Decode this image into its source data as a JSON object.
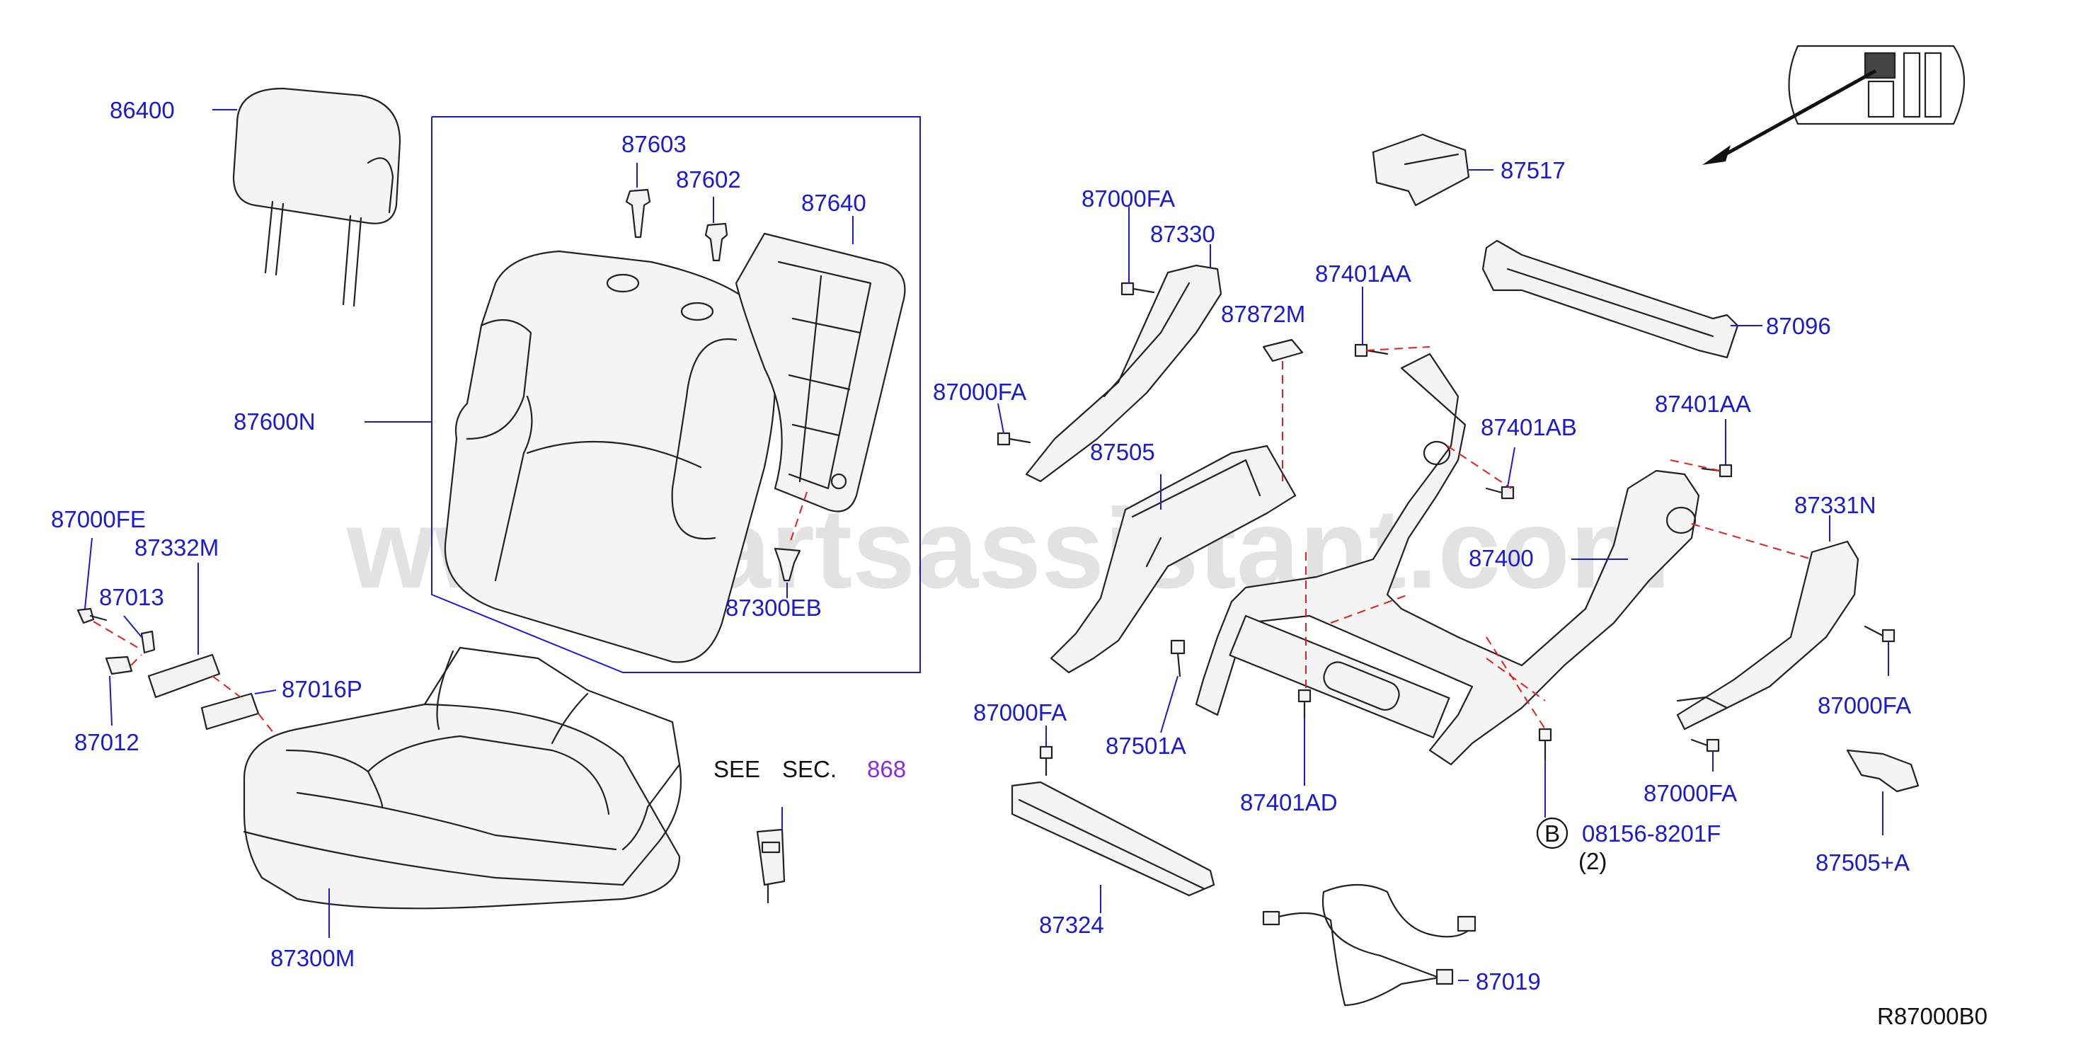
{
  "watermark": "www.partsassistant.com",
  "diagram_code": "R87000B0",
  "see_section": {
    "see": "SEE",
    "sec": "SEC.",
    "number": "868"
  },
  "bolt_note": {
    "circle": "B",
    "part": "08156-8201F",
    "qty": "(2)"
  },
  "labels": {
    "p86400": "86400",
    "p87603": "87603",
    "p87602": "87602",
    "p87640": "87640",
    "p87600N": "87600N",
    "p87300EB": "87300EB",
    "p87000FE": "87000FE",
    "p87332M": "87332M",
    "p87013": "87013",
    "p87012": "87012",
    "p87016P": "87016P",
    "p87300M": "87300M",
    "p87000FA_a": "87000FA",
    "p87330": "87330",
    "p87000FA_b": "87000FA",
    "p87505": "87505",
    "p87872M": "87872M",
    "p87401AA_a": "87401AA",
    "p87517": "87517",
    "p87096": "87096",
    "p87401AB": "87401AB",
    "p87401AA_b": "87401AA",
    "p87400": "87400",
    "p87331N": "87331N",
    "p87000FA_c": "87000FA",
    "p87000FA_d": "87000FA",
    "p87501A": "87501A",
    "p87401AD": "87401AD",
    "p87000FA_e": "87000FA",
    "p87505A": "87505+A",
    "p87324": "87324",
    "p87019": "87019"
  },
  "colors": {
    "label": "#1a1ad0",
    "leader_dash": "#e02020",
    "section_ref": "#8a2be2"
  }
}
